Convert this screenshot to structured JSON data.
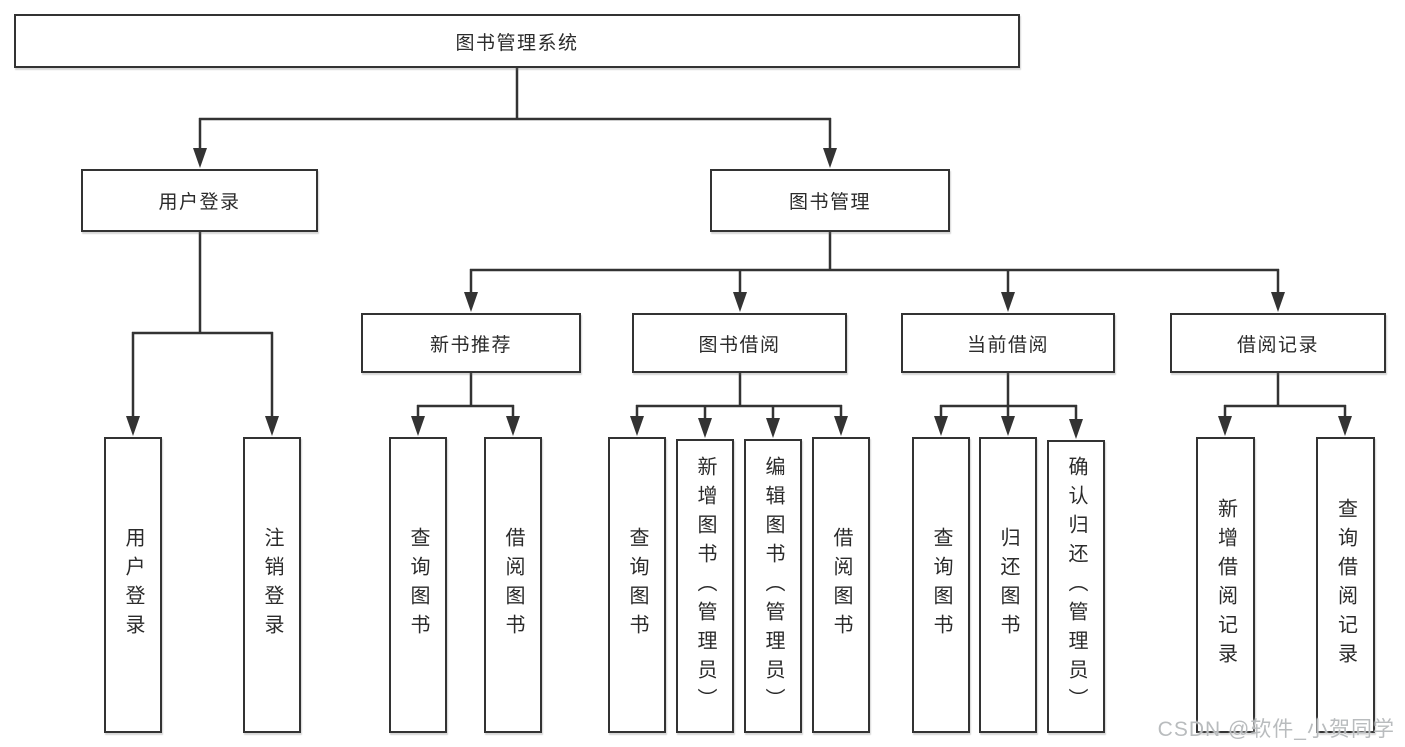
{
  "diagram": {
    "root_label": "图书管理系统",
    "l2": {
      "login": "用户登录",
      "mgmt": "图书管理"
    },
    "l3": {
      "recommend": "新书推荐",
      "borrow": "图书借阅",
      "current": "当前借阅",
      "records": "借阅记录"
    },
    "leaves": {
      "login": [
        "用户登录",
        "注销登录"
      ],
      "recommend": [
        "查询图书",
        "借阅图书"
      ],
      "borrow": [
        "查询图书",
        "新增图书（管理员）",
        "编辑图书（管理员）",
        "借阅图书"
      ],
      "current": [
        "查询图书",
        "归还图书",
        "确认归还（管理员）"
      ],
      "records": [
        "新增借阅记录",
        "查询借阅记录"
      ]
    }
  },
  "watermark": "CSDN @软件_小贺同学",
  "colors": {
    "line": "#333333",
    "text": "#2b2b2b",
    "watermark": "#b9bcbe",
    "background": "#ffffff"
  }
}
